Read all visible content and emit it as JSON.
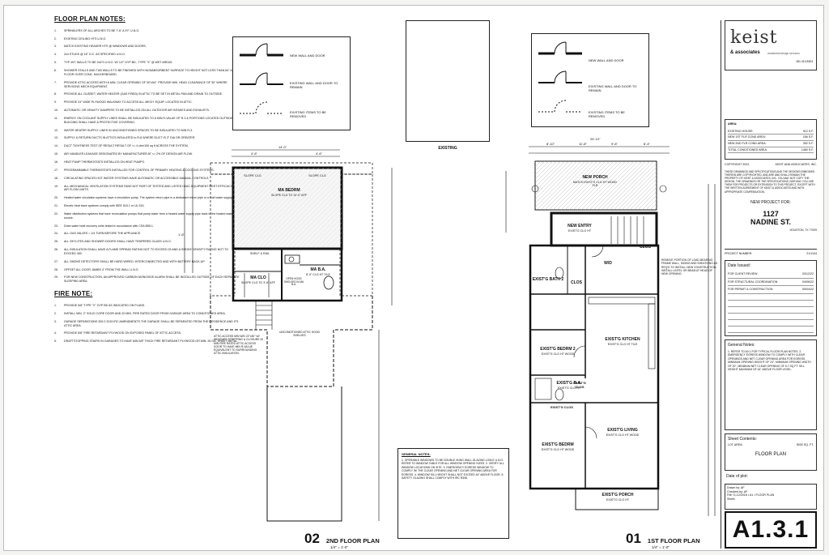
{
  "notes": {
    "floor_title": "FLOOR PLAN NOTES:",
    "floor_items": [
      "SPRINKLERS OF ALL ARCHES TO BE 7'-6\" A.F.F. U.N.O.",
      "EXISTING CEILING HTS U.N.O.",
      "MATCH EXISTING HEADER HTS @ WINDOWS AND DOORS.",
      "2x4 STUDS @ 16\" O.C. AS SPECIFIED U.N.O.",
      "TYP. INT. WALLS TO BE 2x4'S U.N.O. W/ 1/2\" GYP BD., TYPE \"X\" @ WET AREAS.",
      "SHOWER STALLS AND TUB WALLS TO BE FINISHED WITH NONABSORBENT SURFACE TO HEIGHT NOT LESS THAN 84\" ABOVE FLOOR OVER CONC. BACKERBOARD.",
      "PROVIDE ATTIC ACCESS WITH A MIN. CLEAR OPENING OF 30\"x54\". PROVIDE MIN. HEAD CLEARANCE OF 30\" WHERE SERVICING MECH EQUIPMENT.",
      "PROVIDE ALL GUSSET, WATER HEATER (GAS FIRED) IN ATTIC TO BE SET IN METAL PAN AND DRAIN TO OUTSIDE.",
      "PROVIDE 24\" WIDE PLYWOOD WALKWAY TO ACCESS ALL MECH. EQUIP. LOCATED IN ATTIC.",
      "AUTOMATIC OR GRAVITY DAMPERS TO BE INSTALLED ON ALL OUTDOOR AIR INTAKES AND EXHAUSTS.",
      "ENERGY ON COOLANT SUPPLY LINES SHALL BE INSULATED TO A MIN R-VALUE OF R-3 & PORTIONS LOCATED OUTSIDE THE BUILDING SHALL HAVE A PROTECTIVE COVERING.",
      "WATER HEATER SUPPLY LINES IN UNCONDITIONED SPACES TO BE INSULATED TO MIN R-3.",
      "SUPPLY & RETURN DUCTS IN ATTICS INSULATED to R-8 WHERE DUCT IS 3\" DIA OR GREATER.",
      "DUCT TIGHTNESS TEST OF RESULT RESULT OF <= 4 cfm/100 sq ft ACROSS THE SYSTEM.",
      "AIR HANDLER LEAKAGE DESIGNATED BY MANUFACTURER AT <= 2% OF DESIGN AIR FLOW.",
      "HEAT PUMP THERMOSTATS INSTALLED ON HEAT PUMPS.",
      "PROGRAMMABLE THERMOSTATS INSTALLED FOR CONTROL OF PRIMARY HEATING & COOLING SYSTEMS.",
      "CIRCULATING SPACES HOT WATER SYSTEMS HAVE AUTOMATIC OR ACCESSIBLE MANUAL CONTROLS.",
      "ALL MECHANICAL VENTILATION SYSTEMS FANS NOT PART OF TESTED AND LISTED HVAC EQUIPMENT MEET EFFICACY AND AIR FLOW LIMITS.",
      "Heated water circulation systems have a circulation pump. The system return pipe is a dedicated return pipe or a cold water supply pipe.",
      "Electric heat trace systems comply with IEEE 515.1 or UL 515.",
      "Water distribution systems that have recirculation pumps that pump water from a heated water supply pipe back to the heated water source.",
      "Drain water heat recovery units tested in accordance with CSA B55.1.",
      "ALL GAS VALVES = 1/4 TURN BEFORE THE APPLIANCE.",
      "ALL SKYLITES AND SHOWER DOORS SHALL HAVE TEMPERED GLASS U.N.O.",
      "ALL INSULATION SHALL HAVE A FLAME SPREAD RATING NOT TO EXCEED 25 AND A SMOKE DENSITY RATING NOT TO EXCEED 450.",
      "ALL SMOKE DETECTORS SHALL BE HARD WIRED, INTERCONNECTED AND WITH BATTERY BACK-UP.",
      "OFFSET ALL DOOR JAMBS 4\" FROM THE WALL U.N.O.",
      "FOR NEW CONSTRUCTION, AN APPROVED CARBON MONOXIDE ALARM SHALL BE INSTALLED OUTSIDE OF EACH SEPARATE SLEEPING AREA."
    ],
    "fire_title": "FIRE NOTE:",
    "fire_items": [
      "PROVIDE 5/8\" TYPE \"X\" GYP BD AS INDICATED ON PLANS.",
      "INSTALL MIN. 2\" SOLID CORE DOOR AND 20 MIN. FIRE RATED DOOR FROM GARAGE AREA TO CONDITIONED AREA.",
      "GARAGE SEPARATIONS 309.2 2015 IRC AMENDMENTS THE GARAGE SHALL BE SEPARATED FROM THE RESIDENCE AND ITS ATTIC AREA.",
      "PROVIDE 5/8\" FIRE RETARDANT PLYWOOD ON EXPOSED PANEL OF ATTIC ACCESS.",
      "DRAFTSTOPPING STAIRS IN GARAGES TO HAVE MIN 5/8\" THICK FIRE RETARDANT PLYWOOD OR MIN. 26 GA. SHEET METAL."
    ]
  },
  "legend2": {
    "rows": [
      "NEW WALL AND DOOR",
      "EXISTING WALL AND DOOR TO REMAIN",
      "EXISTING ITEMS TO BE REMOVED"
    ]
  },
  "legend1": {
    "rows": [
      "NEW WALL AND DOOR",
      "EXISTING WALL AND DOOR TO REMAIN",
      "EXISTING ITEMS TO BE REMOVED"
    ]
  },
  "existing_label": "EXISTING",
  "plan2": {
    "rooms": [
      {
        "name": "MA BEDRM",
        "sub": "SLOPE CLG TO 10'-0\" AFF"
      },
      {
        "name": "MA CLO",
        "sub": "SLOPE CLG TO 3'-6\" AFF"
      },
      {
        "name": "MA B.A.",
        "sub": "8'-0\" CLG HT TILE"
      },
      {
        "name": "SLOPE CLG",
        "sub": ""
      },
      {
        "name": "SLOPE CLG",
        "sub": ""
      },
      {
        "name": "OPEN HOOD SHELVES IN MA B.A.",
        "sub": ""
      },
      {
        "name": "UNCONDITIONED ATTIC HOOD SHELVES",
        "sub": ""
      },
      {
        "name": "SHELF & RAIL",
        "sub": ""
      }
    ],
    "dims": [
      "14'-0\"",
      "4'-6\"",
      "4'-6\"",
      "1'-6\""
    ],
    "attic_note": "ATTIC ACCESS MIN W/D 22\"x30\" W/ WEATHER STRIPPING & CLOSURE 20 MIN FIRE RATED ATTIC ACCESS DOOR TO HAVE MIN R-VALUE EQUIVALENT TO SURROUNDING ATTIC INSULATION.",
    "title_number": "02",
    "title_label": "2ND FLOOR PLAN",
    "scale": "1/4\" = 1'-0\""
  },
  "plan1": {
    "rooms": [
      {
        "name": "NEW PORCH",
        "sub": "MATCH EXIST'G CLG HT WOOD FLR"
      },
      {
        "name": "NEW ENTRY",
        "sub": "EXIST'G CLG HT"
      },
      {
        "name": "EXIST'G BATH 2",
        "sub": ""
      },
      {
        "name": "CLOS",
        "sub": ""
      },
      {
        "name": "EXIST'G KITCHEN",
        "sub": "EXIST'G CLG HT TILE"
      },
      {
        "name": "EXIST'G BEDRM 2",
        "sub": "EXIST'G CLG HT WOOD"
      },
      {
        "name": "EXIST'G B.A.",
        "sub": "EXIST'G CLG HT"
      },
      {
        "name": "EXIST'G LIVING",
        "sub": "EXIST'G CLG HT WOOD"
      },
      {
        "name": "EXIST'G BEDRM",
        "sub": "EXIST'G CLG HT WOOD"
      },
      {
        "name": "EXIST'G PORCH",
        "sub": "EXIST'G CLG HT"
      },
      {
        "name": "CLOS",
        "sub": ""
      },
      {
        "name": "W/D",
        "sub": ""
      },
      {
        "name": "EXIST'G CLOS",
        "sub": ""
      },
      {
        "name": "EXIST'G CLOS",
        "sub": ""
      }
    ],
    "dims": [
      "8'-10\"",
      "11'-8\"",
      "9'-6\"",
      "6'-4\"",
      "25'-10\""
    ],
    "general_notes_title": "GENERAL NOTES:",
    "general_notes": "1. OPERABLE WINDOWS TO BE DOUBLE HUNG WALL GLAZING LOW-E U.N.O. REFER TO WINDOW TABLE FOR ALL WINDOW OPENING SIZES. 2. VERIFY ALL WINDOW LOCATIONS ON SITE. 3. EMERGENCY EGRESS WINDOW TO COMPLY W/ THE CLEAR OPENING AND NET CLEAR OPENING AREA FOR EGRESS. 4. WINDOW SILL HEIGHT SHALL NOT EXCEED 44\" ABOVE FLOOR. 5. SAFETY GLAZING SHALL COMPLY WITH IRC R308.",
    "entry_note": "REMOVE PORTION OF LOAD-BEARING FRAME WALL, SIDING AND SHEATHING AS REQ'D TO INSTALL NEW CONSTRUCTION. INSTALL LINTEL OR BEAM AT HEAD OF NEW OPENING.",
    "title_number": "01",
    "title_label": "1ST FLOOR PLAN",
    "scale": "1/4\" = 1'-0\""
  },
  "titleblock": {
    "logo_word": "keist",
    "logo_sub": "& associates",
    "logo_tag": "residential design services",
    "phone": "281.413.8303",
    "area_title": "AREA:",
    "area_rows": [
      {
        "label": "EXISTING HOUSE:",
        "value": "912 S.F."
      },
      {
        "label": "NEW 1ST FLR COND AREA:",
        "value": "156 S.F."
      },
      {
        "label": "NEW 2ND FLR COND AREA:",
        "value": "392 S.F."
      },
      {
        "label": "TOTAL CONDITIONED AREA:",
        "value": "1460 S.F."
      }
    ],
    "copyright_left": "COPYRIGHT 2022,",
    "copyright_right": "KEIST AND ASSOCIATES, INC.",
    "copyright_text": "THESE DRAWINGS AND SPECIFICATIONS AND THE DESIGNS EMBODIED THEREIN ARE COPYRIGHTED, AND ARE AND SHALL REMAIN THE PROPERTY OF KEIST & ASSOCIATES, INC. YOU MAY NOT COPY THE DESIGN, THE DRAWINGS OR THE SPECIFICATIONS, NOR MAY YOU USE THEM FOR PROJECTS OR EXTENSION TO THIS PROJECT, EXCEPT WITH THE WRITTEN AGREEMENT OF KEIST & ASSOCIATES AND WITH APPROPRIATE COMPENSATION.",
    "project_label": "NEW PROJECT FOR:",
    "project_street_no": "1127",
    "project_street": "NADINE ST.",
    "project_city": "HOUSTON, TX 77009",
    "project_number_label": "PROJECT NUMBER:",
    "project_number": "21/1104",
    "date_issued_label": "Date Issued:",
    "issues": [
      {
        "label": "FOR CLIENT REVIEW",
        "date": "03/12/22"
      },
      {
        "label": "FOR STRUCTURAL COORDINATION",
        "date": "04/06/22"
      },
      {
        "label": "FOR PERMIT & CONSTRUCTION",
        "date": "05/04/22"
      }
    ],
    "general_notes_title": "General Notes:",
    "general_notes": "1. REFER TO A0.1 FOR TYPICAL FLOOR PLAN NOTES. 2. EMERGENCY EGRESS WINDOW TO COMPLY WITH CLEAR OPENINGS AND NET CLEAR OPENING AREA FOR EGRESS. MINIMUM OPENING HEIGHT OF 24\", MINIMUM OPENING WIDTH OF 20\", MINIMUM NET CLEAR OPENING OF 5.7 SQ FT. SILL HEIGHT MAXIMUM OF 44\" ABOVE FLOOR LEVEL.",
    "sheet_contents_label": "Sheet Contents:",
    "lot_area_label": "LOT AREA:",
    "lot_area": "5000 SQ. FT.",
    "sheet_contents": "FLOOR PLAN",
    "date_of_plot_label": "Date of plot:",
    "drawn_by": "Drawn by: AF",
    "checked_by": "Checked by: AF",
    "file": "File: G-12/2016 • A1 • FLOOR PLAN",
    "sheet_label": "Sheet:",
    "sheet_number": "A1.3.1"
  }
}
